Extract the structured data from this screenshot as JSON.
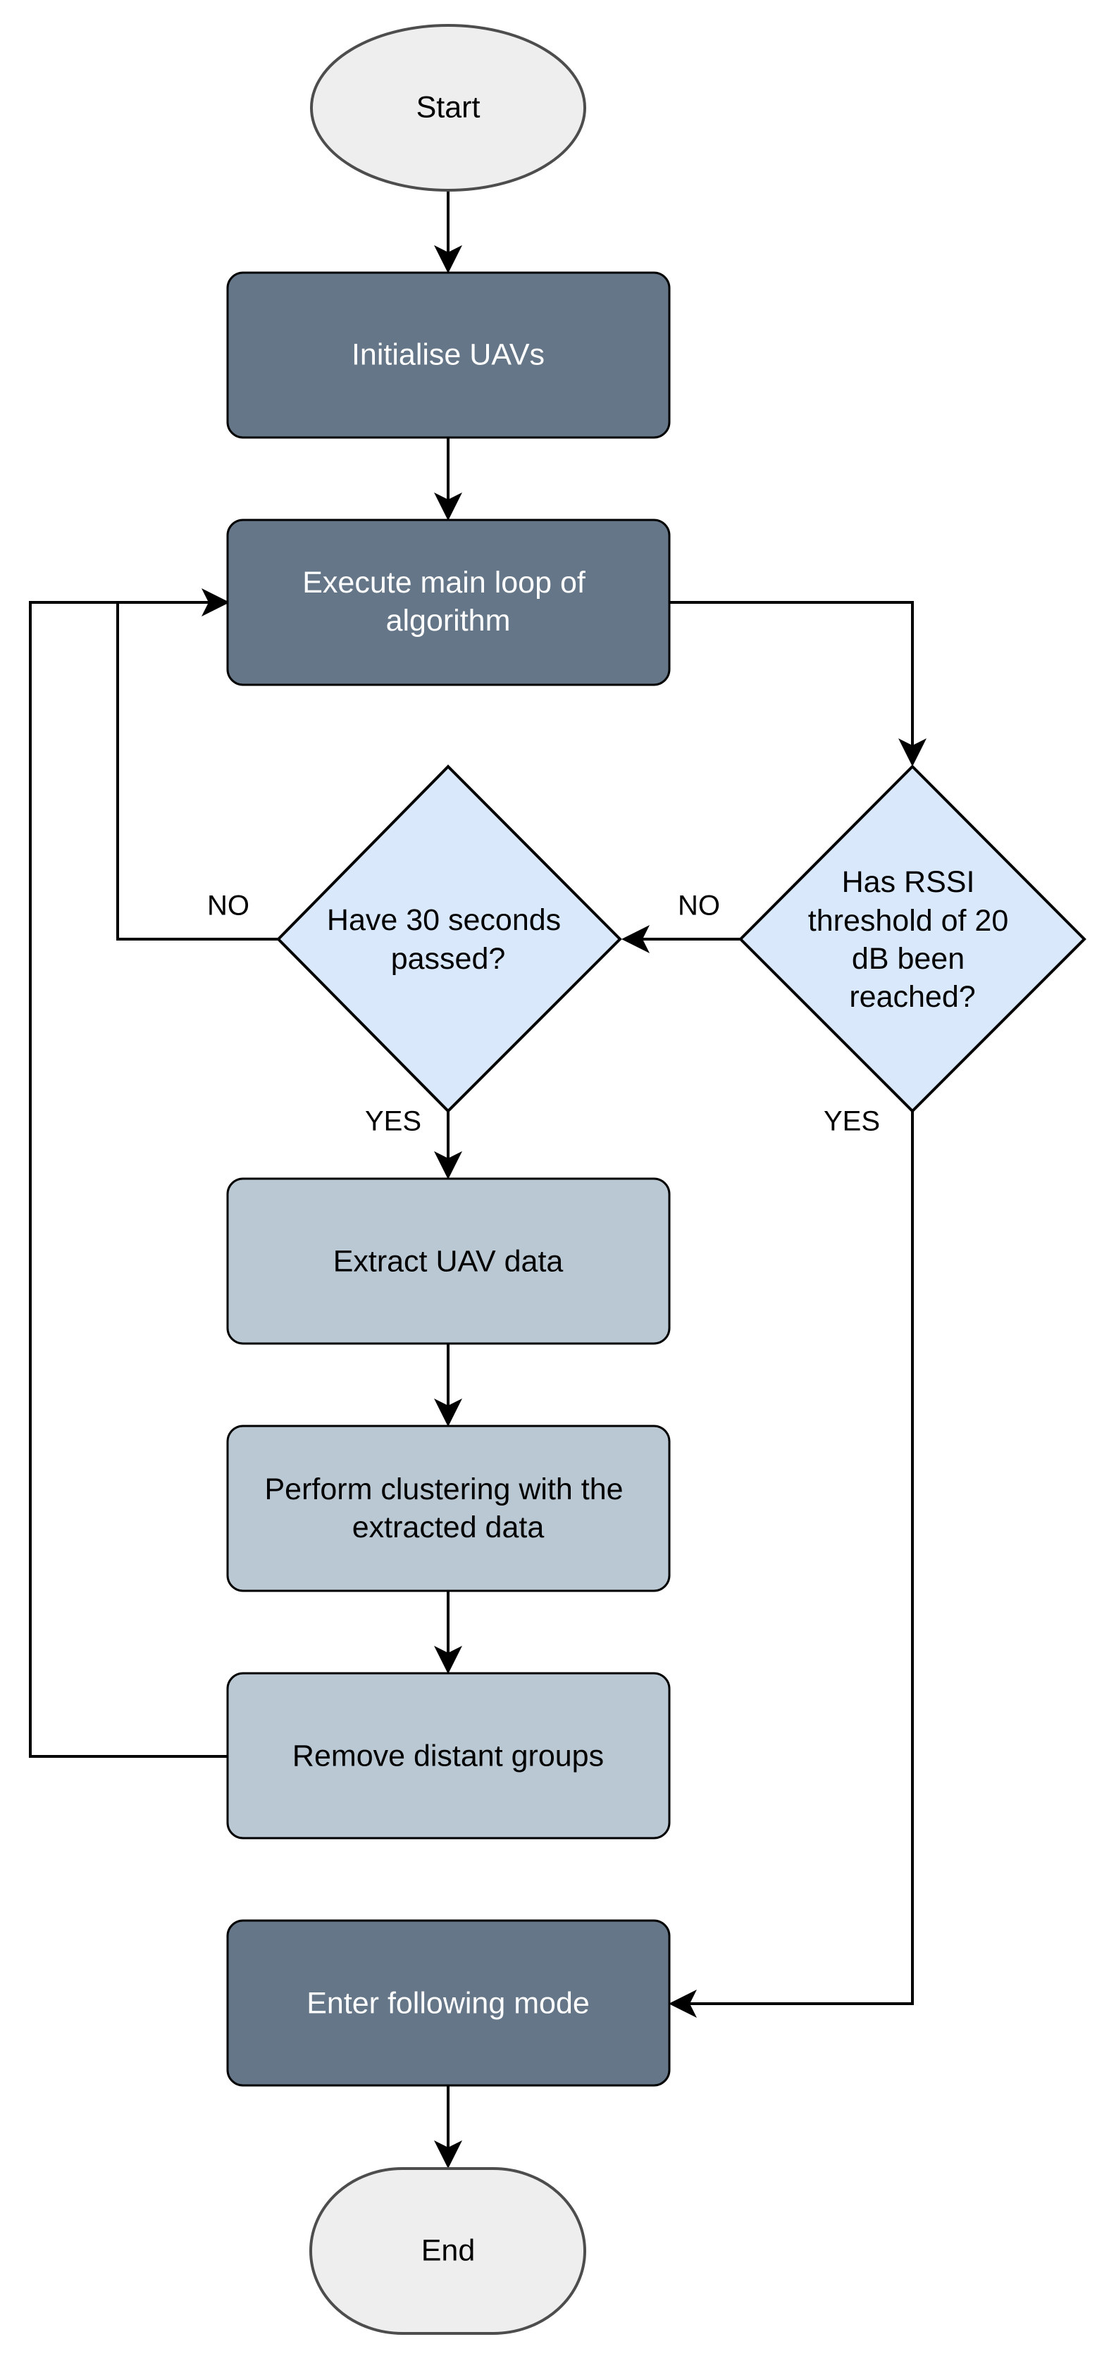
{
  "diagram": {
    "type": "flowchart",
    "nodes": {
      "start": {
        "shape": "terminal",
        "label": "Start",
        "fill": "#eeeeee",
        "text_color": "#000000"
      },
      "init": {
        "shape": "process",
        "label": "Initialise UAVs",
        "fill": "#647687",
        "text_color": "#ffffff"
      },
      "main_loop": {
        "shape": "process",
        "label": [
          "Execute main loop of",
          "algorithm"
        ],
        "fill": "#647687",
        "text_color": "#ffffff"
      },
      "rssi": {
        "shape": "decision",
        "label": [
          "Has RSSI",
          "threshold of 20",
          "dB been",
          "reached?"
        ],
        "fill": "#dae8fc",
        "text_color": "#000000"
      },
      "thirty_sec": {
        "shape": "decision",
        "label": [
          "Have 30 seconds",
          "passed?"
        ],
        "fill": "#dae8fc",
        "text_color": "#000000"
      },
      "extract": {
        "shape": "process",
        "label": "Extract UAV data",
        "fill": "#bac8d3",
        "text_color": "#000000"
      },
      "cluster": {
        "shape": "process",
        "label": [
          "Perform clustering with the",
          "extracted data"
        ],
        "fill": "#bac8d3",
        "text_color": "#000000"
      },
      "remove": {
        "shape": "process",
        "label": "Remove distant groups",
        "fill": "#bac8d3",
        "text_color": "#000000"
      },
      "follow": {
        "shape": "process",
        "label": "Enter following mode",
        "fill": "#647687",
        "text_color": "#ffffff"
      },
      "end": {
        "shape": "terminal",
        "label": "End",
        "fill": "#eeeeee",
        "text_color": "#000000"
      }
    },
    "edges": [
      {
        "from": "start",
        "to": "init",
        "label": ""
      },
      {
        "from": "init",
        "to": "main_loop",
        "label": ""
      },
      {
        "from": "main_loop",
        "to": "rssi",
        "label": ""
      },
      {
        "from": "rssi",
        "to": "thirty_sec",
        "label": "NO"
      },
      {
        "from": "thirty_sec",
        "to": "main_loop",
        "label": "NO"
      },
      {
        "from": "thirty_sec",
        "to": "extract",
        "label": "YES"
      },
      {
        "from": "extract",
        "to": "cluster",
        "label": ""
      },
      {
        "from": "cluster",
        "to": "remove",
        "label": ""
      },
      {
        "from": "remove",
        "to": "main_loop",
        "label": ""
      },
      {
        "from": "rssi",
        "to": "follow",
        "label": "YES"
      },
      {
        "from": "follow",
        "to": "end",
        "label": ""
      }
    ]
  }
}
